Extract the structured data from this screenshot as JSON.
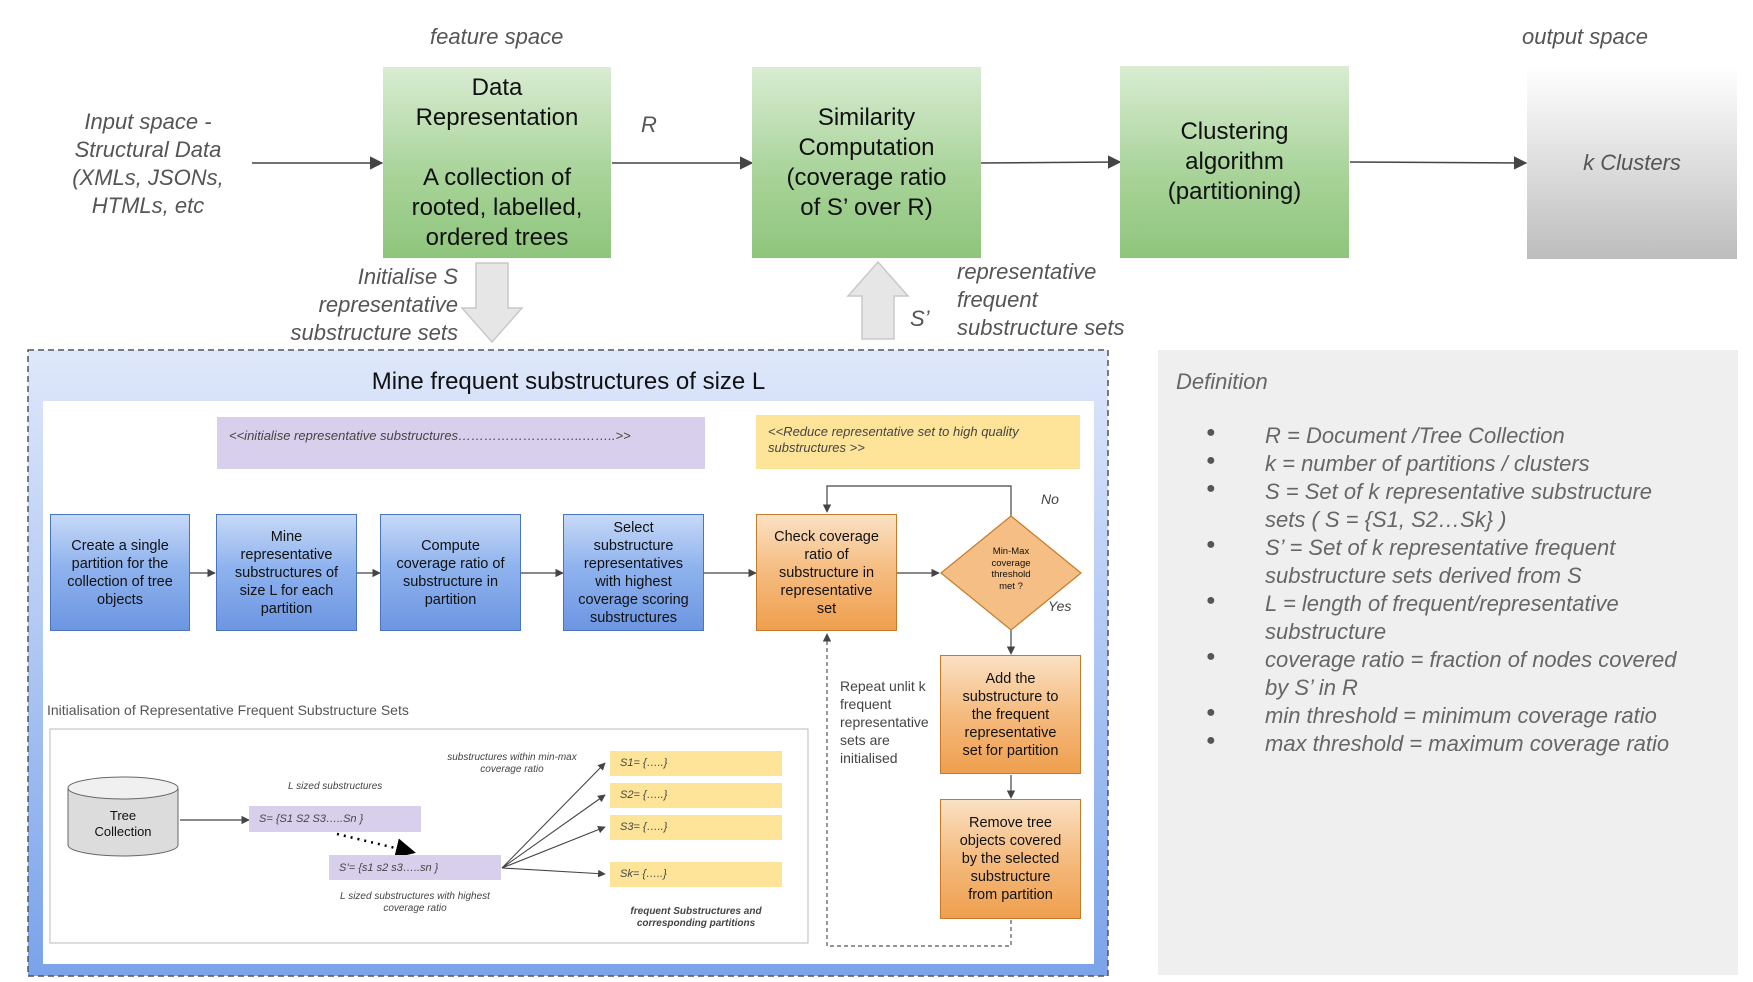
{
  "top": {
    "feature_space": "feature space",
    "output_space": "output space",
    "input_space": "Input space -\nStructural Data\n(XMLs, JSONs,\nHTMLs, etc",
    "data_representation": "Data\nRepresentation\n\nA collection of\nrooted, labelled,\nordered trees",
    "r_label": "R",
    "similarity": "Similarity\nComputation\n(coverage ratio\nof   S’ over R)",
    "clustering": "Clustering\nalgorithm\n(partitioning)",
    "k_clusters": "k Clusters",
    "initialise_s": "Initialise S\nrepresentative\nsubstructure sets",
    "s_prime": "S’",
    "rep_frequent": "representative\nfrequent\nsubstructure sets"
  },
  "mine": {
    "title": "Mine frequent substructures of size L",
    "init_banner": "<<initialise representative  substructures………………………..……..>>",
    "reduce_banner": "<<Reduce representative set to high quality\nsubstructures >>",
    "step1": "Create a single\npartition for  the\ncollection of tree\nobjects",
    "step2": "Mine\nrepresentative\nsubstructures of\nsize L for each\npartition",
    "step3": "Compute\ncoverage ratio of\nsubstructure in\npartition",
    "step4": "Select\nsubstructure\nrepresentatives\nwith  highest\ncoverage scoring\nsubstructures",
    "check": "Check coverage\nratio of\nsubstructure in\nrepresentative\nset",
    "diamond": "Min-Max\ncoverage\nthreshold\nmet ?",
    "no": "No",
    "yes": "Yes",
    "add": "Add the\nsubstructure to\nthe frequent\nrepresentative\nset for partition",
    "remove": "Remove tree\nobjects covered\nby the selected\nsubstructure\nfrom partition",
    "repeat": "Repeat unlit k\nfrequent\nrepresentative\nsets are\ninitialised"
  },
  "init": {
    "title": "Initialisation of Representative Frequent Substructure Sets",
    "tree_collection": "Tree\nCollection",
    "l_sized": "L sized substructures",
    "s_set": "S= {S1  S2 S3…..Sn }",
    "s_prime_set": "S’= {s1  s2 s3…..sn }",
    "l_sized_highest": "L sized substructures with highest\ncoverage ratio",
    "within_minmax": "substructures within  min-max\ncoverage ratio",
    "s1": "S1= {…..}",
    "s2": "S2= {…..}",
    "s3": "S3= {…..}",
    "sk": "Sk= {…..}",
    "frequent_partitions": "frequent Substructures and\ncorresponding partitions"
  },
  "definition": {
    "title": "Definition",
    "items": [
      "R = Document /Tree Collection",
      "k = number of partitions / clusters",
      "S = Set of k representative substructure\nsets ( S = {S1, S2…Sk} )",
      "S’ = Set of k representative frequent\nsubstructure sets derived from S",
      "L = length of frequent/representative\nsubstructure",
      "coverage ratio = fraction of nodes covered\nby S’ in R",
      "min threshold = minimum coverage ratio",
      "max threshold = maximum coverage ratio"
    ],
    "bullet": "●"
  },
  "colors": {
    "green_box": "#a9d49a",
    "blue_box": "#8fb3ee",
    "orange_box": "#f5be84",
    "yellow_label": "#fde499",
    "lavender_label": "#d8cfec",
    "definition_bg": "#efefef"
  }
}
